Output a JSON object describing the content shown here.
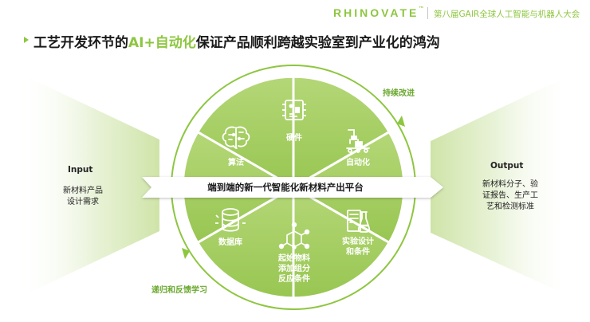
{
  "header": {
    "logo": "RHINOVATE",
    "logo_mark": "™",
    "event": "第八届GAIR全球人工智能与机器人大会"
  },
  "title": {
    "prefix": "工艺开发环节的",
    "accent": "AI+自动化",
    "suffix": "保证产品顺利跨越实验室到产业化的鸿沟"
  },
  "cycle_labels": {
    "continuous_improvement": "持续改进",
    "regression_feedback": "递归和反馈学习"
  },
  "input": {
    "title": "Input",
    "desc_lines": [
      "新材料产品",
      "设计需求"
    ]
  },
  "output": {
    "title": "Output",
    "desc_lines": [
      "新材料分子、验",
      "证报告、生产工",
      "艺和检测标准"
    ]
  },
  "platform": "端到端的新一代智能化新材料产出平台",
  "segments": [
    {
      "id": "algorithm",
      "icon": "brain-icon",
      "lines": [
        "算法"
      ]
    },
    {
      "id": "hardware",
      "icon": "chip-icon",
      "lines": [
        "硬件"
      ]
    },
    {
      "id": "automation",
      "icon": "robot-arm-icon",
      "lines": [
        "自动化"
      ]
    },
    {
      "id": "experiment",
      "icon": "lab-flask-icon",
      "lines": [
        "实验设计",
        "和条件"
      ]
    },
    {
      "id": "materials",
      "icon": "molecule-icon",
      "lines": [
        "起始物料",
        "添加组分",
        "反应条件"
      ]
    },
    {
      "id": "database",
      "icon": "database-icon",
      "lines": [
        "数据库"
      ]
    }
  ],
  "colors": {
    "accent": "#8dc63f",
    "segment_fill": "#a6cf62",
    "segment_fill_light": "#b9d97f",
    "ring": "#8dc63f",
    "arrow_band": "#ffffff"
  }
}
